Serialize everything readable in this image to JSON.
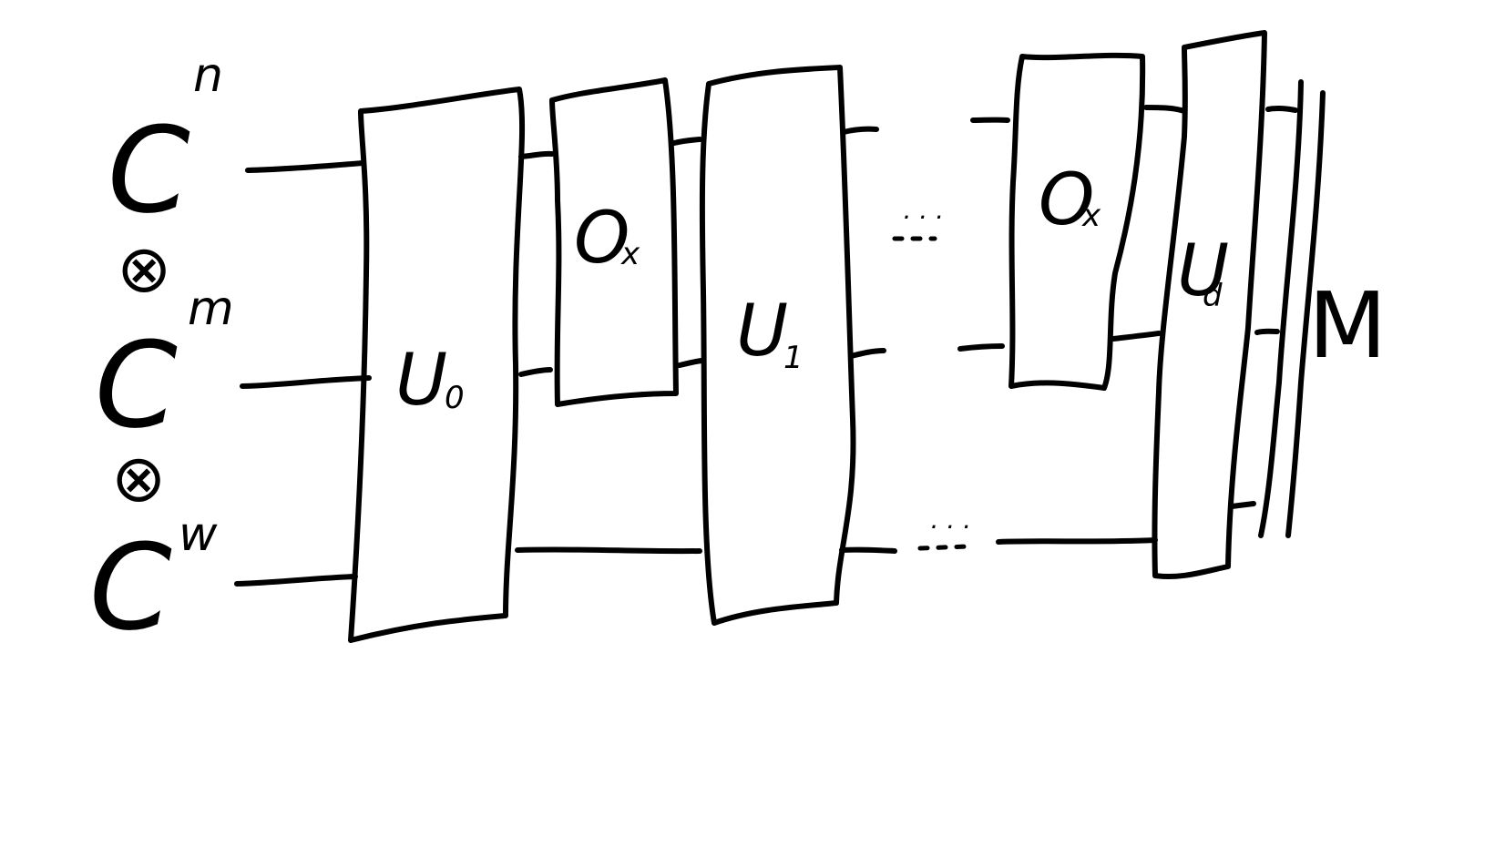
{
  "diagram": {
    "inputs": [
      {
        "space": "C",
        "dim": "n"
      },
      {
        "space": "C",
        "dim": "m"
      },
      {
        "space": "C",
        "dim": "w"
      }
    ],
    "tensor_symbol": "⊗",
    "gates": [
      {
        "label": "U",
        "sub": "0"
      },
      {
        "label": "O",
        "sub": "x"
      },
      {
        "label": "U",
        "sub": "1"
      },
      {
        "label": "O",
        "sub": "x"
      },
      {
        "label": "U",
        "sub": "d"
      }
    ],
    "ellipsis": "· · ·",
    "measurement": "M",
    "colors": {
      "ink": "#000000",
      "background": "#ffffff"
    }
  }
}
